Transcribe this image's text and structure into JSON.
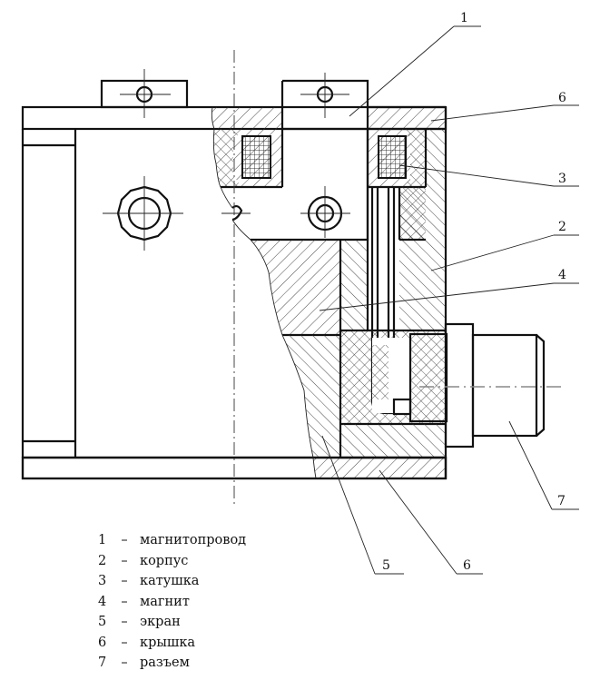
{
  "title": "Cross-section drawing of magnetic sensor assembly",
  "callouts": [
    {
      "num": "1",
      "part": "магнитопровод"
    },
    {
      "num": "6",
      "part": "крышка"
    },
    {
      "num": "3",
      "part": "катушка"
    },
    {
      "num": "2",
      "part": "корпус"
    },
    {
      "num": "4",
      "part": "магнит"
    },
    {
      "num": "7",
      "part": "разъем"
    },
    {
      "num": "5",
      "part": "экран"
    },
    {
      "num": "6",
      "part": "крышка"
    }
  ],
  "legend": [
    {
      "num": "1",
      "dash": "–",
      "label": "магнитопровод"
    },
    {
      "num": "2",
      "dash": "–",
      "label": "корпус"
    },
    {
      "num": "3",
      "dash": "–",
      "label": "катушка"
    },
    {
      "num": "4",
      "dash": "–",
      "label": "магнит"
    },
    {
      "num": "5",
      "dash": "–",
      "label": "экран"
    },
    {
      "num": "6",
      "dash": "–",
      "label": "крышка"
    },
    {
      "num": "7",
      "dash": "–",
      "label": "разъем"
    }
  ],
  "colors": {
    "line": "#111111",
    "hatch": "#222222",
    "centerline": "#888888",
    "background": "#ffffff"
  }
}
